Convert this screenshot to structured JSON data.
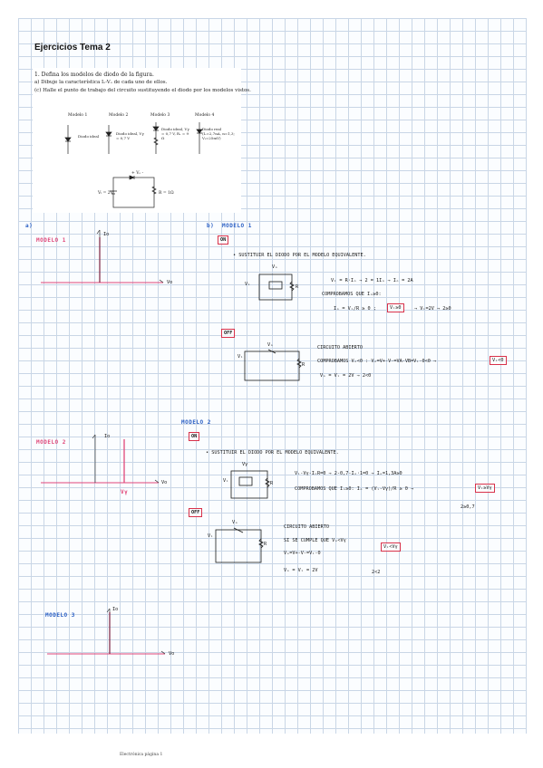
{
  "document": {
    "title": "Ejercicios Tema 2",
    "footer": "Electrónica página 1"
  },
  "problem": {
    "statement": "1. Defina los modelos de diodo de la figura.",
    "part_a": "a)  Dibuje la característica Iₒ-Vₒ de cada uno de ellos.",
    "part_c": "(c)  Halle el punto de trabajo del circuito sustituyendo el diodo por los modelos vistos.",
    "models": [
      {
        "name": "Modelo 1",
        "desc": "Diodo ideal"
      },
      {
        "name": "Modelo 2",
        "desc": "Diodo ideal, Vγ = 0,7 V"
      },
      {
        "name": "Modelo 3",
        "desc": "Diodo ideal, Vγ = 0,7 V, Rₑ = 9 Ω"
      },
      {
        "name": "Modelo 4",
        "desc": "Diodo real (Iₛ=2,7nA, n=1,3; Vₜ=25mV)"
      }
    ],
    "circuit": {
      "source": "Vᵢ = 2V",
      "resistor": "R = 1Ω",
      "vd": "+ Vₒ -",
      "id": "Iₒ"
    }
  },
  "notes": {
    "a_label": "a)",
    "b_label": "b)",
    "modelo1": "MODELO 1",
    "modelo2": "MODELO 2",
    "modelo3": "MODELO 3",
    "b_modelo1": "MODELO 1",
    "b_modelo2": "MODELO 2",
    "axis_io": "Io",
    "axis_vo": "Vo",
    "v_gamma": "Vγ",
    "on": "ON",
    "off": "OFF",
    "sust1": "• SUSTITUIR EL DIODO POR EL MODELO EQUIVALENTE.",
    "m1_eq1": "Vᵢ = R·Iₒ → 2 = 1Iₒ → Iₒ = 2A",
    "m1_eq2": "COMPROBAMOS QUE Iₒ≥0:",
    "m1_eq3": "Iₒ = Vᵢ/R ≥ 0  ;",
    "m1_box1": "Vᵢ≥0",
    "m1_eq4": "→ Vᵢ=2V → 2≥0",
    "m1_off1": "CIRCUITO ABIERTO",
    "m1_off2": "COMPROBAMOS Vₒ<0 :  Vₒ=V+-V-=VA-VB=Vᵢ-0<0 →",
    "m1_box2": "Vᵢ<0",
    "m1_off3": "Vₒ = Vᵢ = 2V → 2<0",
    "sust2": "• SUSTITUIR EL DIODO POR EL MODELO EQUIVALENTE.",
    "m2_eq1": "Vᵢ-Vγ-IₒR=0 → 2-0,7-Iₒ·1=0 → Iₒ=1,3A≥0",
    "m2_eq2": "COMPROBAMOS QUE Iₒ≥0:  Iₒ = (Vᵢ-Vγ)/R ≥ 0 →",
    "m2_box1": "Vᵢ≥Vγ",
    "m2_eq3": "2≥0,7",
    "m2_off1": "CIRCUITO ABIERTO",
    "m2_off2": "SI SE CUMPLE QUE Vₒ<Vγ",
    "m2_off3": "Vₒ=V+-V-=Vᵢ-0",
    "m2_box2": "Vᵢ<Vγ",
    "m2_off4": "Vₒ = Vᵢ = 2V",
    "m2_off5": "2<2",
    "label_vi": "Vᵢ",
    "label_r": "R",
    "label_vd": "Vₒ",
    "label_vg": "Vγ"
  }
}
